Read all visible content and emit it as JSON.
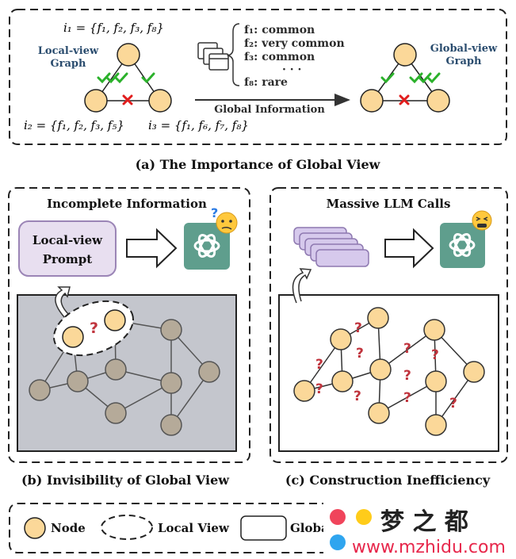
{
  "panel_a": {
    "caption": "(a) The Importance of Global View",
    "left_label_line1": "Local-view",
    "left_label_line2": "Graph",
    "right_label_line1": "Global-view",
    "right_label_line2": "Graph",
    "set_i1": "i₁ = {f₁, f₂, f₃, f₈}",
    "set_i2": "i₂ = {f₁, f₂, f₃, f₅}",
    "set_i3": "i₃ = {f₁, f₆, f₇, f₈}",
    "features": [
      {
        "name": "f₁",
        "freq": "common"
      },
      {
        "name": "f₂",
        "freq": "very common"
      },
      {
        "name": "f₃",
        "freq": "common"
      },
      {
        "name": "· · ·",
        "freq": ""
      },
      {
        "name": "f₈",
        "freq": "rare"
      }
    ],
    "arrow_label": "Global Information"
  },
  "panel_b": {
    "title": "Incomplete Information",
    "prompt_line1": "Local-view",
    "prompt_line2": "Prompt",
    "caption": "(b) Invisibility of Global View"
  },
  "panel_c": {
    "title": "Massive LLM Calls",
    "caption": "(c) Construction Inefficiency"
  },
  "legend": {
    "node": "Node",
    "local_view": "Local View",
    "global_partial": "Globa"
  },
  "watermark": {
    "cn": "梦 之 都",
    "url": "www.mzhidu.com"
  },
  "colors": {
    "node_fill": "#fbd899",
    "gray_node": "#b5aa99",
    "gray_bg": "#c4c6cd",
    "prompt_fill": "#e8dff0",
    "prompt_stroke": "#9b85b6",
    "llm_green": "#5f9e8d",
    "check": "#2bb12b",
    "cross": "#e11d1d",
    "question": "#c0343d"
  }
}
